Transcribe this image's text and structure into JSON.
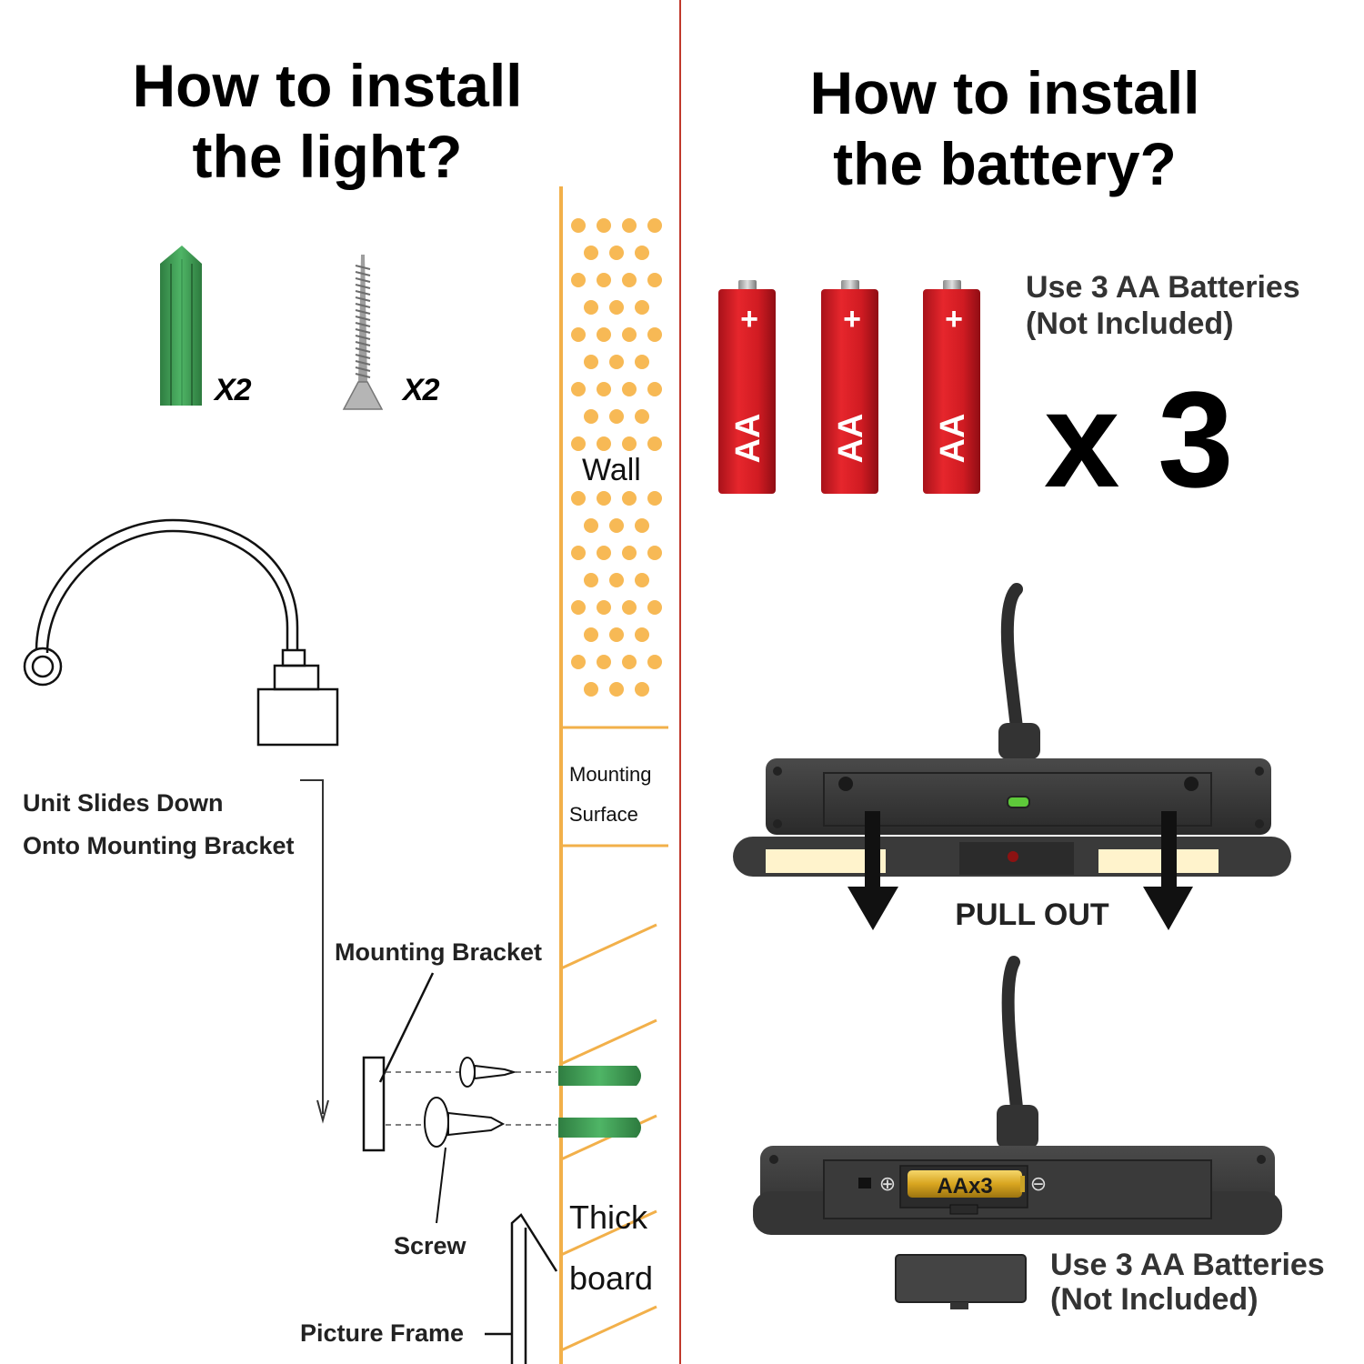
{
  "left_panel": {
    "title_line1": "How to install",
    "title_line2": "the light?",
    "anchor_qty": "X2",
    "screw_qty": "X2",
    "wall_label": "Wall",
    "mounting_surface_line1": "Mounting",
    "mounting_surface_line2": "Surface",
    "unit_slides_line1": "Unit Slides Down",
    "unit_slides_line2": "Onto Mounting Bracket",
    "mounting_bracket_label": "Mounting Bracket",
    "screw_label": "Screw",
    "thick_board_line1": "Thick",
    "thick_board_line2": "board",
    "picture_frame_label": "Picture Frame"
  },
  "right_panel": {
    "title_line1": "How to install",
    "title_line2": "the battery?",
    "battery_note_line1": "Use 3 AA Batteries",
    "battery_note_line2": "(Not Included)",
    "battery_count": "x 3",
    "battery_label": "AA",
    "battery_plus": "+",
    "pull_out_label": "PULL OUT",
    "compartment_label": "AAx3",
    "compartment_plus": "⊕",
    "compartment_minus": "⊖",
    "bottom_note_line1": "Use 3 AA Batteries",
    "bottom_note_line2": "(Not Included)"
  },
  "colors": {
    "divider": "#c0392b",
    "wall_dots": "#f7b955",
    "wall_line": "#f2b04a",
    "anchor_green": "#3c9a52",
    "battery_red": "#d81e23",
    "light_body": "#3a3a3a"
  }
}
